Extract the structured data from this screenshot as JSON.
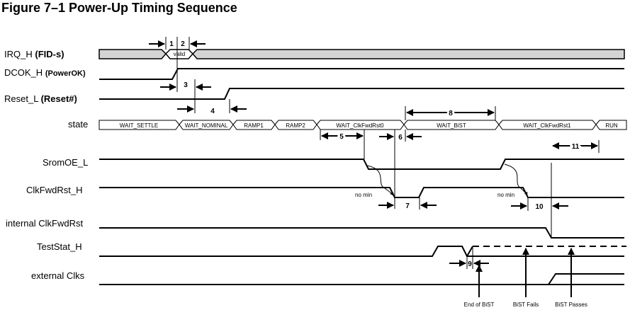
{
  "title": "Figure 7–1  Power-Up Timing Sequence",
  "signals": [
    {
      "name": "IRQ_H",
      "extra": "(FID-s)"
    },
    {
      "name": "DCOK_H",
      "extra": "(PowerOK)"
    },
    {
      "name": "Reset_L",
      "extra": "(Reset#)"
    },
    {
      "name": "state",
      "extra": ""
    },
    {
      "name": "SromOE_L",
      "extra": ""
    },
    {
      "name": "ClkFwdRst_H",
      "extra": ""
    },
    {
      "name": "internal ClkFwdRst",
      "extra": ""
    },
    {
      "name": "TestStat_H",
      "extra": ""
    },
    {
      "name": "external Clks",
      "extra": ""
    }
  ],
  "irq_valid": "valid",
  "states": [
    "WAIT_SETTLE",
    "WAIT_NOMINAL",
    "RAMP1",
    "RAMP2",
    "WAIT_ClkFwdRst0",
    "WAIT_BiST",
    "WAIT_ClkFwdRst1",
    "RUN"
  ],
  "timing_numbers": [
    "1",
    "2",
    "3",
    "4",
    "5",
    "6",
    "7",
    "8",
    "9",
    "10",
    "11"
  ],
  "no_min_labels": [
    "no min",
    "no min"
  ],
  "events": [
    "End of BiST",
    "BiST Fails",
    "BiST Passes"
  ],
  "colors": {
    "irq_fill": "#d4d4d4",
    "line": "#000000"
  }
}
